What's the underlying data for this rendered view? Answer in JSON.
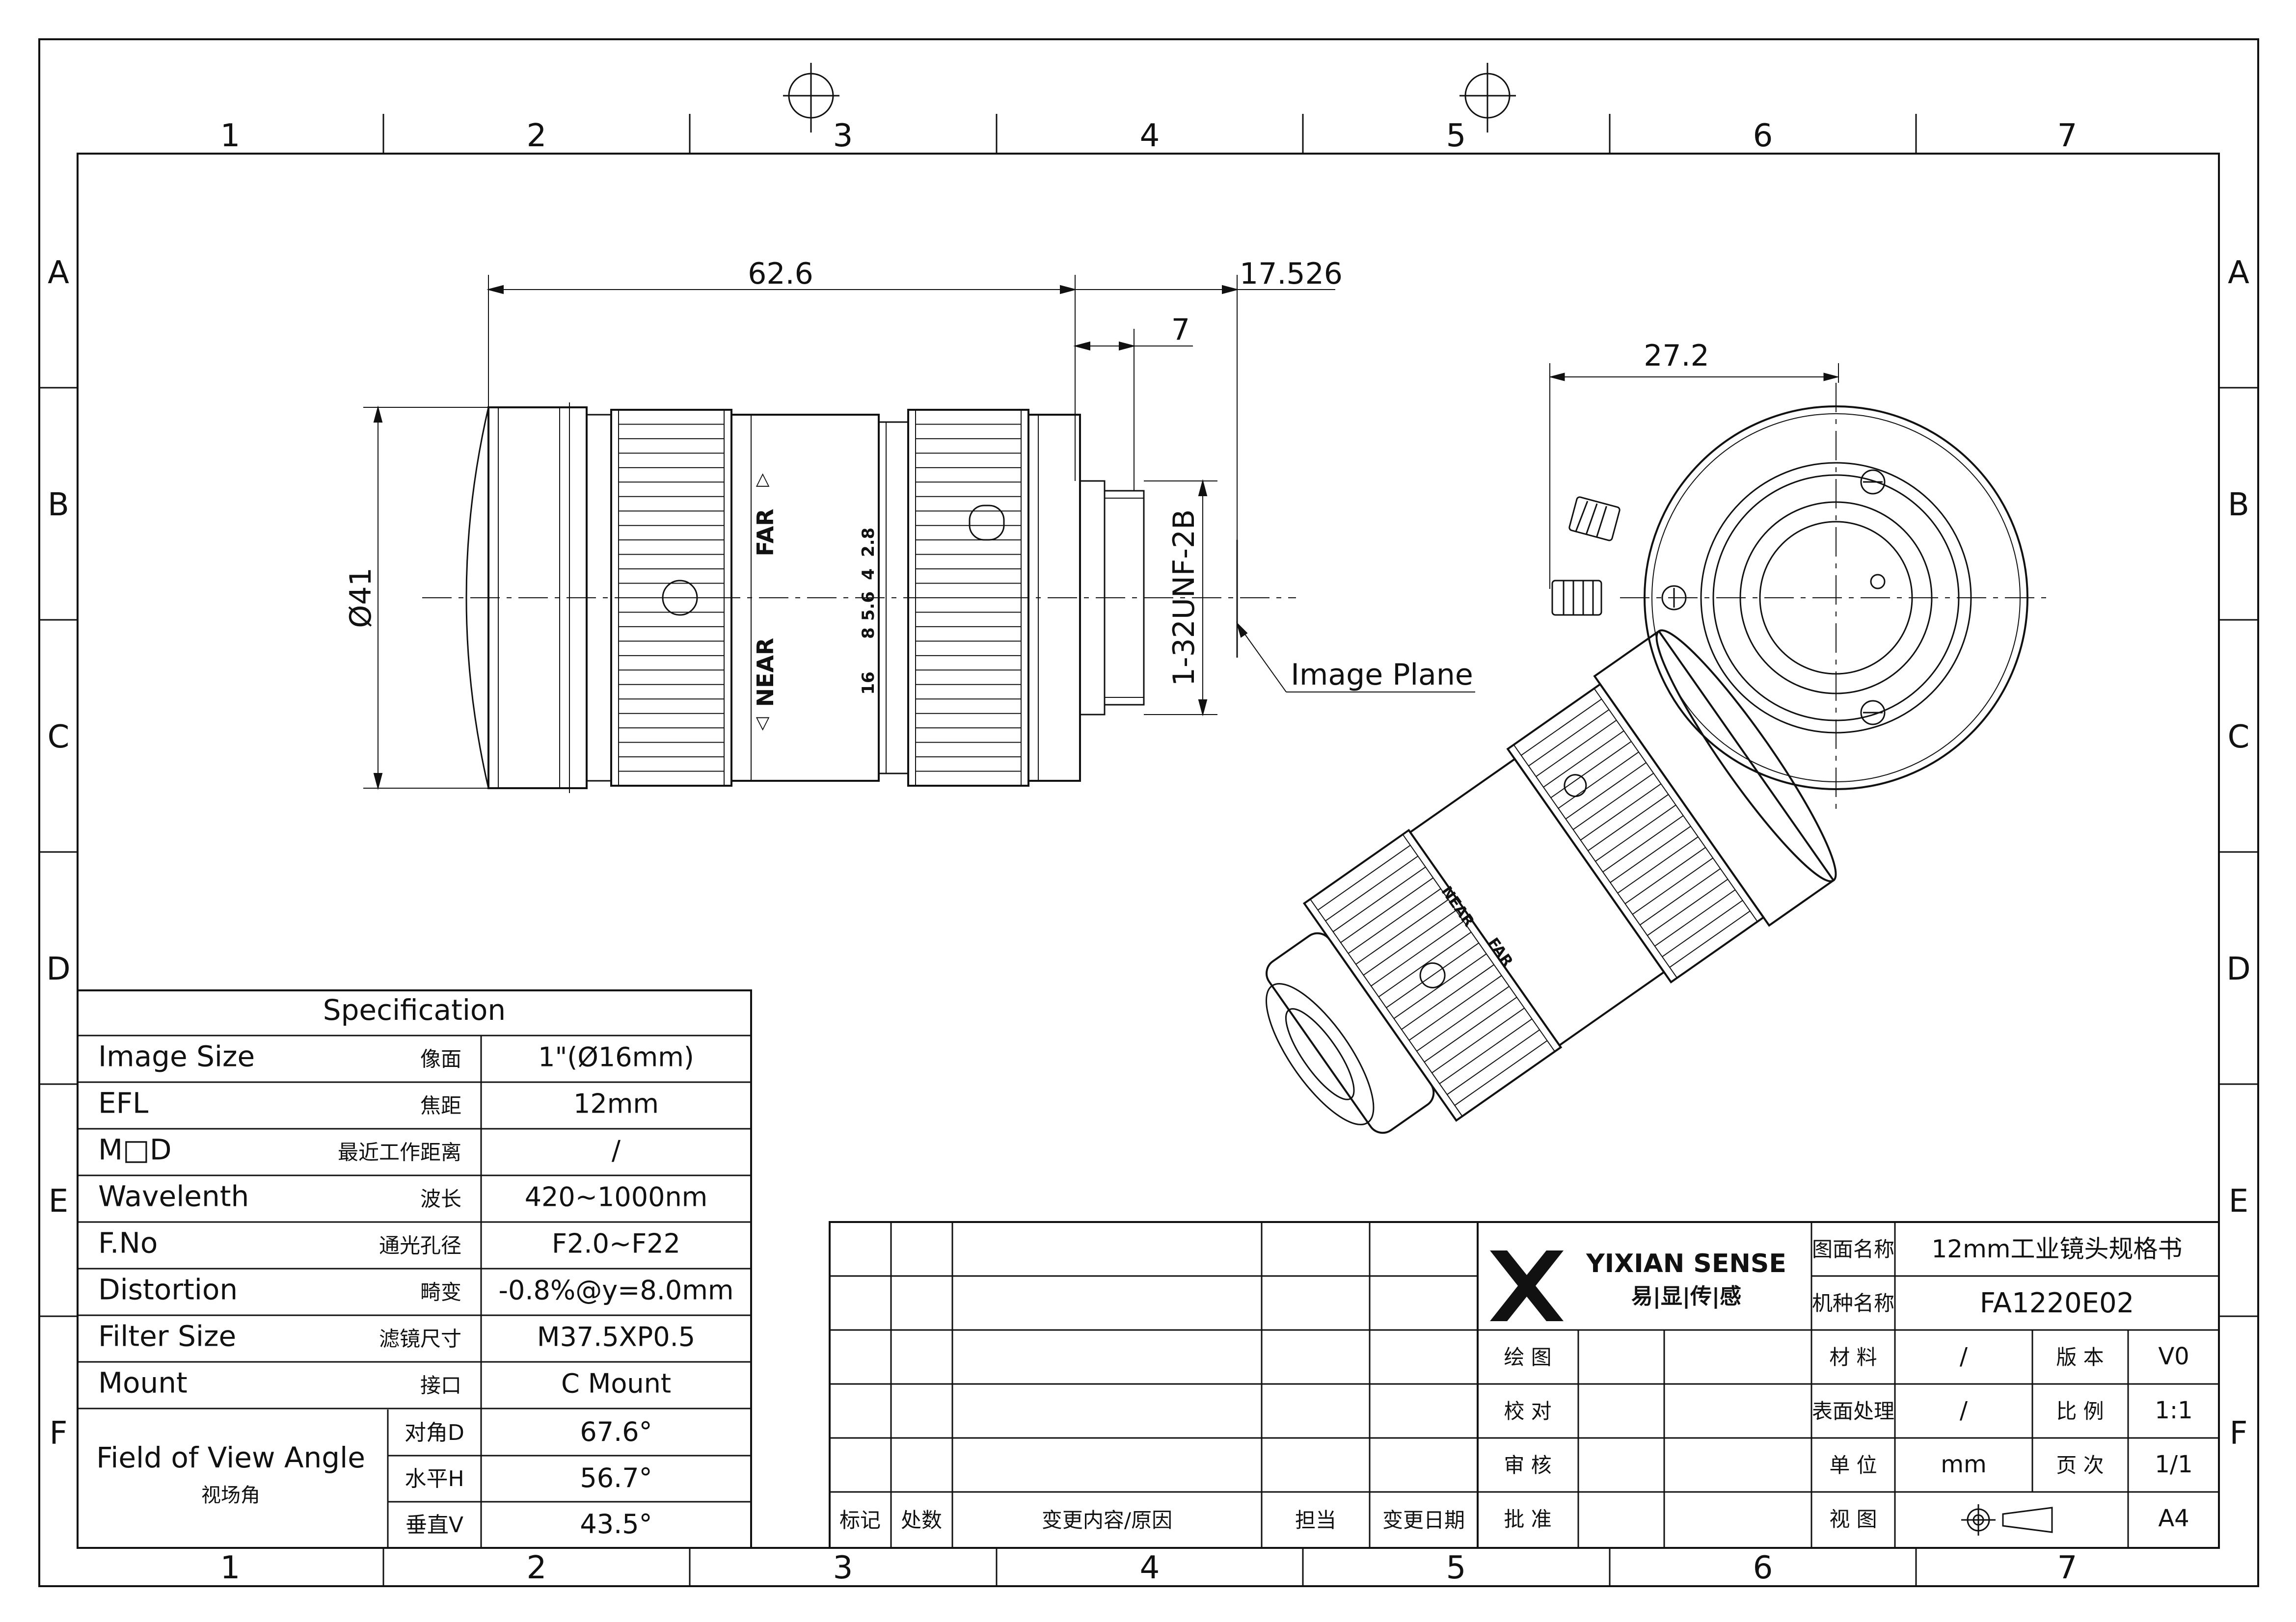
{
  "zone_columns": [
    "1",
    "2",
    "3",
    "4",
    "5",
    "6",
    "7"
  ],
  "zone_rows": [
    "A",
    "B",
    "C",
    "D",
    "E",
    "F"
  ],
  "dimensions": {
    "overall_length": "62.6",
    "flange_back": "17.526",
    "mount_length": "7",
    "diameter": "Ø41",
    "thread": "1-32UNF-2B",
    "rear_view_offset": "27.2",
    "image_plane": "Image Plane"
  },
  "lens_marks": {
    "far": "FAR",
    "near": "NEAR",
    "f_scale": [
      "16",
      "8",
      "5.6",
      "4",
      "2.8"
    ]
  },
  "spec": {
    "title": "Specification",
    "rows": [
      {
        "en": "Image Size",
        "cn": "像面",
        "value": "1\"(Ø16mm)"
      },
      {
        "en": "EFL",
        "cn": "焦距",
        "value": "12mm"
      },
      {
        "en": "M□D",
        "cn": "最近工作距离",
        "value": "/"
      },
      {
        "en": "Wavelenth",
        "cn": "波长",
        "value": "420~1000nm"
      },
      {
        "en": "F.No",
        "cn": "通光孔径",
        "value": "F2.0~F22"
      },
      {
        "en": "Distortion",
        "cn": "畸变",
        "value": "-0.8%@y=8.0mm"
      },
      {
        "en": "Filter Size",
        "cn": "滤镜尺寸",
        "value": "M37.5XP0.5"
      },
      {
        "en": "Mount",
        "cn": "接口",
        "value": "C Mount"
      }
    ],
    "fov": {
      "en": "Field of View Angle",
      "cn": "视场角",
      "rows": [
        {
          "label": "对角D",
          "value": "67.6°"
        },
        {
          "label": "水平H",
          "value": "56.7°"
        },
        {
          "label": "垂直V",
          "value": "43.5°"
        }
      ]
    }
  },
  "revision_headers": [
    "标记",
    "处数",
    "变更内容/原因",
    "担当",
    "变更日期"
  ],
  "title_block": {
    "logo_text": "YIXIAN SENSE",
    "logo_cn": "易|显|传|感",
    "drawing_name_label": "图面名称",
    "drawing_name": "12mm工业镜头规格书",
    "model_label": "机种名称",
    "model": "FA1220E02",
    "sign_labels": [
      "绘 图",
      "校 对",
      "审 核",
      "批 准"
    ],
    "props": [
      {
        "label": "材 料",
        "value": "/",
        "label2": "版 本",
        "value2": "V0"
      },
      {
        "label": "表面处理",
        "value": "/",
        "label2": "比 例",
        "value2": "1:1"
      },
      {
        "label": "单 位",
        "value": "mm",
        "label2": "页 次",
        "value2": "1/1"
      },
      {
        "label": "视 图",
        "value": "",
        "label2": "",
        "value2": "A4"
      }
    ]
  }
}
